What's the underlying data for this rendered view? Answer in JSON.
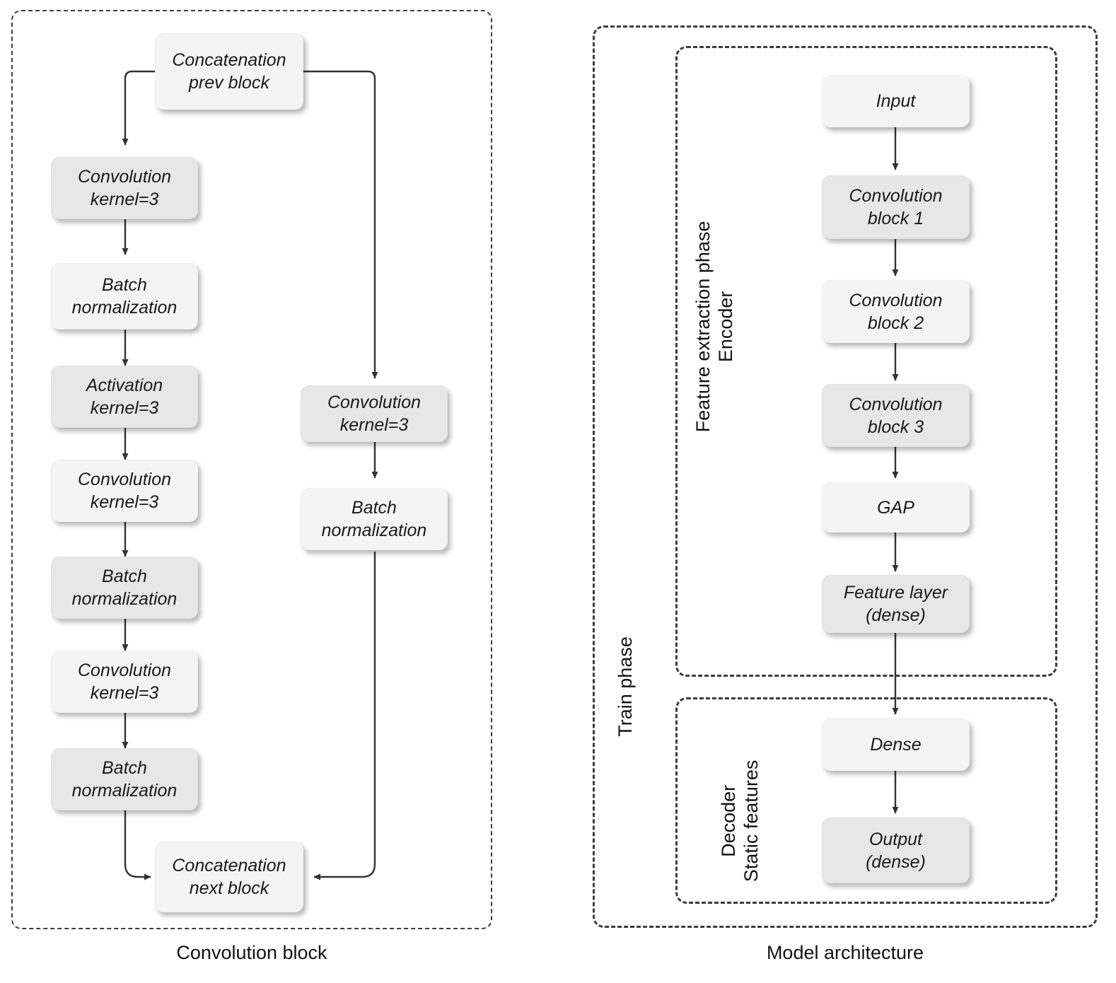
{
  "figure": {
    "panels": [
      {
        "id": "convolution-block",
        "caption": "Convolution block",
        "nodes": [
          {
            "id": "concat-prev",
            "label": "Concatenation\nprev block",
            "shade": "light"
          },
          {
            "id": "conv1",
            "label": "Convolution\nkernel=3",
            "shade": "dark"
          },
          {
            "id": "bn1",
            "label": "Batch\nnormalization",
            "shade": "light"
          },
          {
            "id": "activation",
            "label": "Activation\nkernel=3",
            "shade": "dark"
          },
          {
            "id": "conv2",
            "label": "Convolution\nkernel=3",
            "shade": "light"
          },
          {
            "id": "bn2",
            "label": "Batch\nnormalization",
            "shade": "dark"
          },
          {
            "id": "conv3",
            "label": "Convolution\nkernel=3",
            "shade": "light"
          },
          {
            "id": "bn3",
            "label": "Batch\nnormalization",
            "shade": "dark"
          },
          {
            "id": "concat-next",
            "label": "Concatenation\nnext block",
            "shade": "light"
          },
          {
            "id": "shortcut-conv",
            "label": "Convolution\nkernel=3",
            "shade": "dark"
          },
          {
            "id": "shortcut-bn",
            "label": "Batch\nnormalization",
            "shade": "light"
          }
        ]
      },
      {
        "id": "model-architecture",
        "caption": "Model architecture",
        "groups": [
          {
            "id": "train-phase",
            "label": "Train phase",
            "border": "dashed"
          },
          {
            "id": "encoder",
            "label": "Feature extraction phase\nEncoder",
            "border": "dashed"
          },
          {
            "id": "decoder",
            "label": "Decoder\nStatic features",
            "border": "dash-dot"
          }
        ],
        "nodes": [
          {
            "id": "input",
            "label": "Input",
            "shade": "light"
          },
          {
            "id": "conv-block-1",
            "label": "Convolution\nblock 1",
            "shade": "dark"
          },
          {
            "id": "conv-block-2",
            "label": "Convolution\nblock 2",
            "shade": "light"
          },
          {
            "id": "conv-block-3",
            "label": "Convolution\nblock 3",
            "shade": "dark"
          },
          {
            "id": "gap",
            "label": "GAP",
            "shade": "light"
          },
          {
            "id": "feature-layer",
            "label": "Feature layer\n(dense)",
            "shade": "dark"
          },
          {
            "id": "dense",
            "label": "Dense",
            "shade": "light"
          },
          {
            "id": "output",
            "label": "Output\n(dense)",
            "shade": "dark"
          }
        ]
      }
    ],
    "colors": {
      "node_light": "#f4f4f4",
      "node_dark": "#e7e7e7",
      "edge": "#333333",
      "frame": "#3d3d3d",
      "text": "#1a1a1a"
    }
  }
}
